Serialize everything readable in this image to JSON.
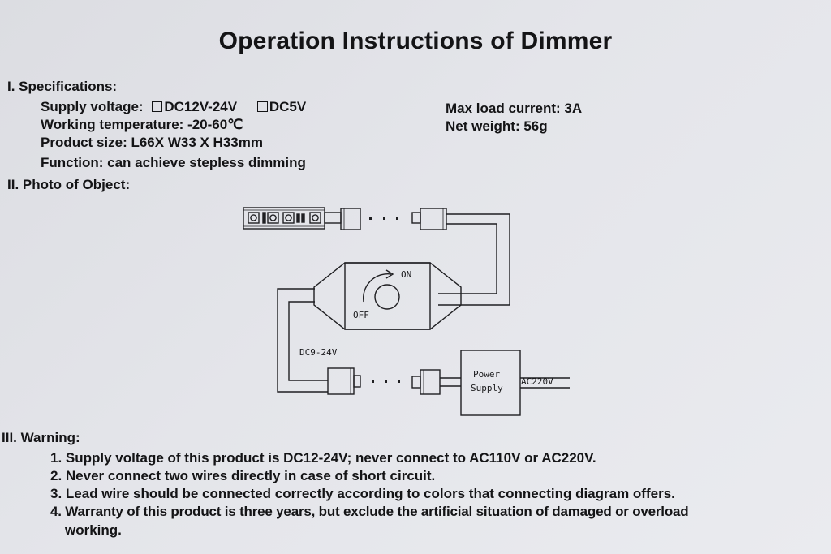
{
  "document": {
    "title": "Operation Instructions of Dimmer",
    "specifications": {
      "heading": "I. Specifications:",
      "supply_voltage_label": "Supply voltage:",
      "supply_voltage_option_1": "DC12V-24V",
      "supply_voltage_option_2": "DC5V",
      "working_temperature": "Working temperature: -20-60℃",
      "product_size": "Product size: L66X W33 X H33mm",
      "function": "Function: can achieve stepless dimming",
      "max_load_current": "Max load current: 3A",
      "net_weight": "Net weight: 56g"
    },
    "photo": {
      "heading": "II. Photo of Object:",
      "label_on": "ON",
      "label_off": "OFF",
      "label_dc": "DC9-24V",
      "label_power": "Power",
      "label_supply": "Supply",
      "label_ac": "AC220V"
    },
    "warning": {
      "heading": "III. Warning:",
      "items": [
        "1. Supply voltage of this product is DC12-24V; never connect to AC110V or AC220V.",
        "2. Never connect two wires directly in case of short circuit.",
        "3. Lead wire should be connected correctly according to colors that connecting diagram offers.",
        "4. Warranty of this product is three years, but exclude the artificial situation of damaged or overload"
      ],
      "item_4_continuation": "working."
    }
  }
}
